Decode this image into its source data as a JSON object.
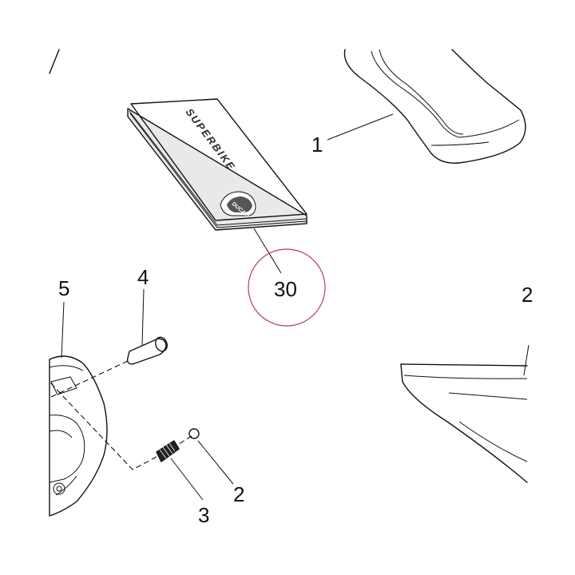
{
  "book": {
    "cover_title": "SUPERBIKE",
    "brand_text": "DUCATI",
    "cover_color": "#8a8a8a"
  },
  "callouts": {
    "c1": "1",
    "c2": "2",
    "c2_partial": "2",
    "c3": "3",
    "c4": "4",
    "c5": "5",
    "c30": "30"
  },
  "highlight": {
    "circle_color": "#b0405a"
  }
}
